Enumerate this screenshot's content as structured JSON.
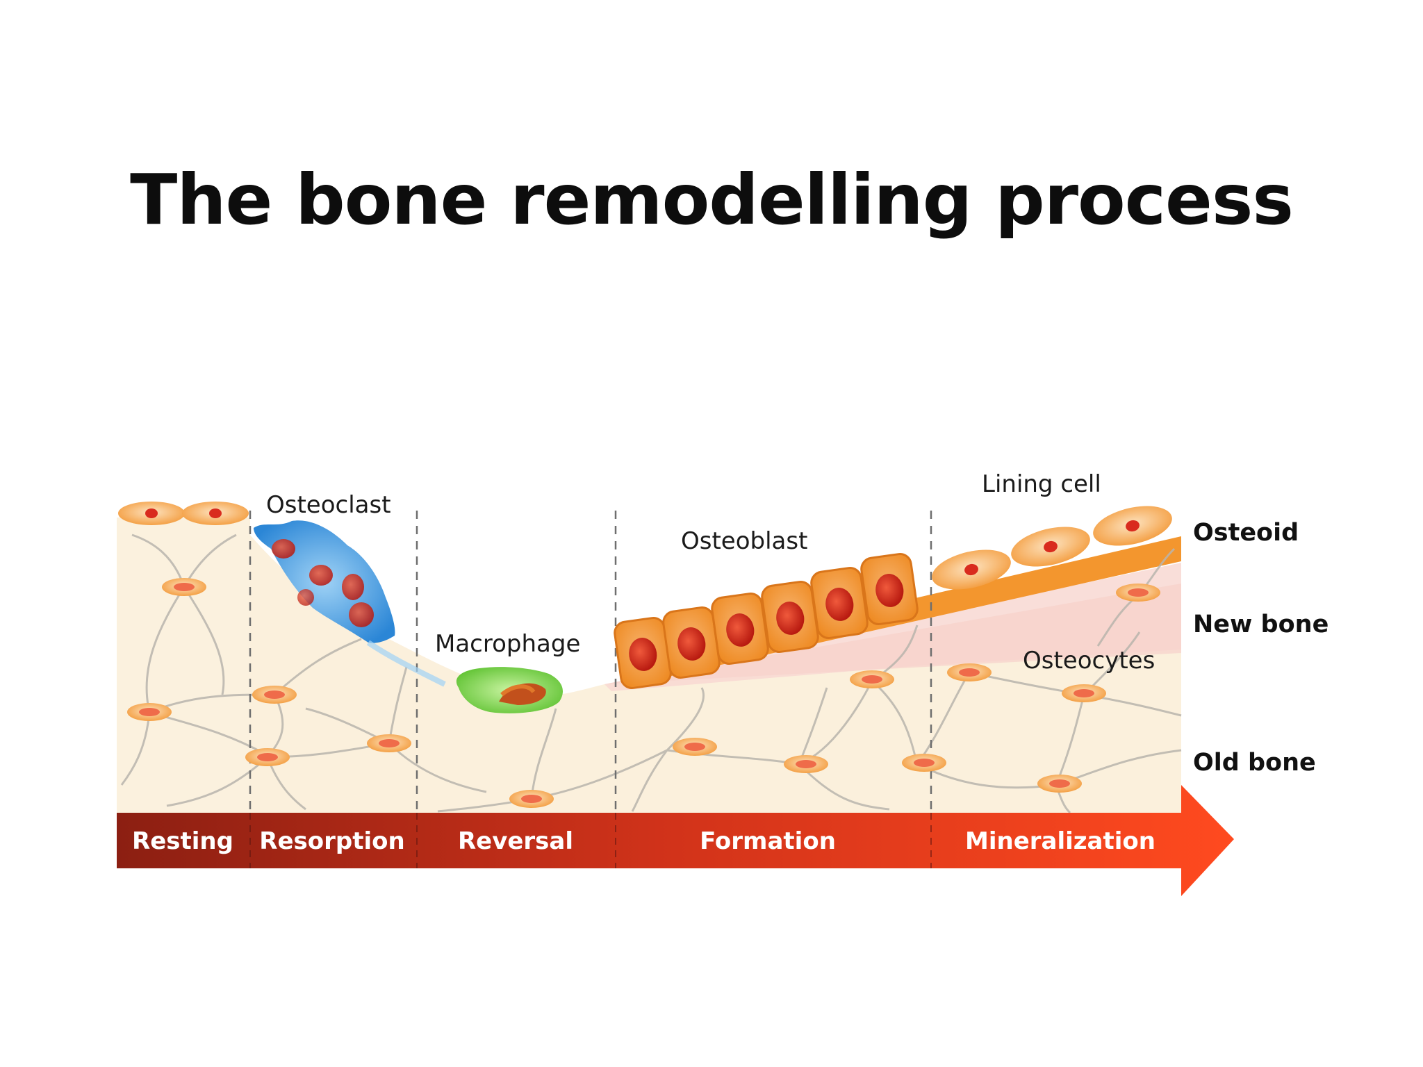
{
  "title": "The bone remodelling process",
  "cell_labels": {
    "osteoclast": "Osteoclast",
    "macrophage": "Macrophage",
    "osteoblast": "Osteoblast",
    "lining_cell": "Lining cell",
    "osteocytes": "Osteocytes"
  },
  "layer_labels": {
    "osteoid": "Osteoid",
    "new_bone": "New bone",
    "old_bone": "Old bone"
  },
  "phases": [
    "Resting",
    "Resorption",
    "Reversal",
    "Formation",
    "Mineralization"
  ],
  "colors": {
    "old_bone": "#fbf0dc",
    "new_bone": "#f9dcd4",
    "osteoid": "#f3962e",
    "cell_orange": "#f4a24a",
    "nucleus": "#d92b1e",
    "osteoclast": "#3d9be0",
    "macrophage": "#7fd84a",
    "arrow_dark": "#8c1f12",
    "arrow_bright": "#ff4a1f",
    "text": "#111111"
  }
}
